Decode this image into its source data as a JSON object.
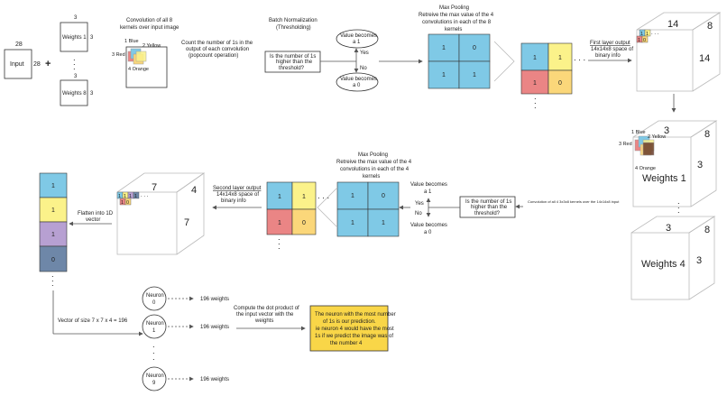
{
  "input": {
    "label": "Input",
    "width": "28",
    "height": "28",
    "plus": "+"
  },
  "kernels": {
    "top": {
      "label": "Weights 1",
      "top_dim": "3",
      "side_dim": "3"
    },
    "dots": ".",
    "bottom": {
      "label": "Weights 8",
      "top_dim": "3",
      "side_dim": "3"
    }
  },
  "convolution": {
    "title_line1": "Convolution of all 8",
    "title_line2": "kernels over input image",
    "color_labels": {
      "blue": "1 Blue",
      "yellow": "2 Yellow",
      "red": "3 Red",
      "orange": "4 Orange"
    }
  },
  "popcount": {
    "line1": "Count the number of 1s in the",
    "line2": "output of each convolution",
    "line3": "(popcount operation)"
  },
  "batch_norm": {
    "title_line1": "Batch Normalization",
    "title_line2": "(Thresholding)",
    "question_line1": "Is the number of 1s",
    "question_line2": "higher than the",
    "question_line3": "threshold?",
    "yes": "Yes",
    "no": "No",
    "becomes_1_line1": "Value becomes",
    "becomes_1_line2": "a 1",
    "becomes_0_line1": "Value becomes",
    "becomes_0_line2": "a 0"
  },
  "max_pool_1": {
    "title_line1": "Max Pooling",
    "title_line2": "Retreive the max value of the 4",
    "title_line3": "convolutions in each of the 8",
    "title_line4": "kernels",
    "cells": [
      "1",
      "0",
      "1",
      "1"
    ]
  },
  "pooled_grid_1": {
    "cells": [
      "1",
      "1",
      "1",
      "0"
    ],
    "ellipsis": ". . ."
  },
  "first_output": {
    "line1": "First layer output",
    "line2": "14x14x8 space of",
    "line3": "binary info",
    "front_dim": "14",
    "side_dim": "14",
    "depth": "8",
    "corner_cells": [
      "1",
      "1",
      "1",
      "0"
    ]
  },
  "second_conv": {
    "top_dim": "3",
    "depth": "8",
    "side_dim": "3",
    "label": "Weights 1",
    "dots": ".",
    "color_labels": {
      "blue": "1 Blue",
      "yellow": "2 Yellow",
      "red": "3 Red",
      "orange": "4 Orange"
    },
    "bottom": {
      "label": "Weights 4",
      "top_dim": "3",
      "side_dim": "3",
      "depth": "8"
    }
  },
  "second_conv_note": "Convolution of all 4 3x3x8 kernels over the 14x14x8 input",
  "threshold_2": {
    "question_line1": "Is the number of 1s",
    "question_line2": "higher than the",
    "question_line3": "threshold?",
    "yes": "Yes",
    "no": "No",
    "becomes_1_line1": "Value becomes",
    "becomes_1_line2": "a 1",
    "becomes_0_line1": "Value becomes",
    "becomes_0_line2": "a 0"
  },
  "max_pool_2": {
    "title_line1": "Max Pooling",
    "title_line2": "Retreive the max value of the 4",
    "title_line3": "convolutions in each of the 4",
    "title_line4": "kernels",
    "cells": [
      "1",
      "0",
      "1",
      "1"
    ]
  },
  "pooled_grid_2": {
    "cells": [
      "1",
      "1",
      "1",
      "0"
    ],
    "ellipsis": ". . ."
  },
  "second_output": {
    "line1": "Second layer output",
    "line2": "14x14x8 space of",
    "line3": "binary info",
    "front_dim": "7",
    "side_dim": "7",
    "depth": "4",
    "corner_cells": [
      "1",
      "1",
      "1",
      "1",
      "1",
      "0"
    ]
  },
  "flatten": {
    "line1": "Flatten into 1D",
    "line2": "vector",
    "cells": [
      "1",
      "1",
      "1",
      "0"
    ],
    "vector_size": "Vector of size 7 x 7 x 4 = 196"
  },
  "neurons": [
    {
      "label_line1": "Neuron",
      "label_line2": "0",
      "weights": "196 weights"
    },
    {
      "label_line1": "Neuron",
      "label_line2": "1",
      "weights": "196 weights"
    },
    {
      "label_line1": "Neuron",
      "label_line2": "9",
      "weights": "196 weights"
    }
  ],
  "dot_product": {
    "line1": "Compute the dot product of",
    "line2": "the input vector with the",
    "line3": "weights"
  },
  "prediction": {
    "line1": "The neuron with the most number",
    "line2": "of 1s is our prediction.",
    "line3": "ie neuron 4 would have the most",
    "line4": "1s if we predict the image was of",
    "line5": "the number 4"
  },
  "colors": {
    "blue": "#7fc9e6",
    "yellow": "#fbf28a",
    "red": "#ea8585",
    "orange": "#fbd77a",
    "purple": "#b7a0d2",
    "slate": "#6e87a8",
    "prediction_bg": "#f9d648"
  }
}
